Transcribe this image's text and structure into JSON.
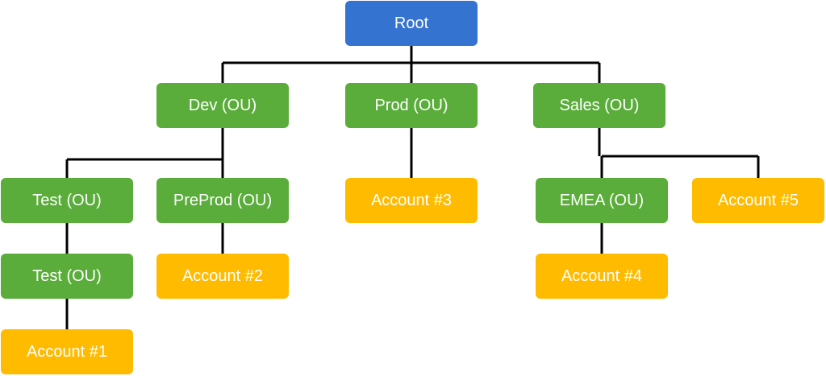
{
  "colors": {
    "root": "#3573d0",
    "ou": "#5aad3a",
    "account": "#ffbb00",
    "connector": "#000000",
    "text": "#ffffff"
  },
  "nodes": [
    {
      "id": "root",
      "label": "Root",
      "kind": "root"
    },
    {
      "id": "dev",
      "label": "Dev (OU)",
      "kind": "ou"
    },
    {
      "id": "prod",
      "label": "Prod (OU)",
      "kind": "ou"
    },
    {
      "id": "sales",
      "label": "Sales (OU)",
      "kind": "ou"
    },
    {
      "id": "test1",
      "label": "Test (OU)",
      "kind": "ou"
    },
    {
      "id": "preprod",
      "label": "PreProd (OU)",
      "kind": "ou"
    },
    {
      "id": "account3",
      "label": "Account #3",
      "kind": "account"
    },
    {
      "id": "emea",
      "label": "EMEA (OU)",
      "kind": "ou"
    },
    {
      "id": "account5",
      "label": "Account #5",
      "kind": "account"
    },
    {
      "id": "test2",
      "label": "Test (OU)",
      "kind": "ou"
    },
    {
      "id": "account2",
      "label": "Account #2",
      "kind": "account"
    },
    {
      "id": "account4",
      "label": "Account #4",
      "kind": "account"
    },
    {
      "id": "account1",
      "label": "Account #1",
      "kind": "account"
    }
  ],
  "edges": [
    {
      "from": "root",
      "to": "dev"
    },
    {
      "from": "root",
      "to": "prod"
    },
    {
      "from": "root",
      "to": "sales"
    },
    {
      "from": "dev",
      "to": "test1"
    },
    {
      "from": "dev",
      "to": "preprod"
    },
    {
      "from": "prod",
      "to": "account3"
    },
    {
      "from": "sales",
      "to": "emea"
    },
    {
      "from": "sales",
      "to": "account5"
    },
    {
      "from": "test1",
      "to": "test2"
    },
    {
      "from": "preprod",
      "to": "account2"
    },
    {
      "from": "emea",
      "to": "account4"
    },
    {
      "from": "test2",
      "to": "account1"
    }
  ]
}
